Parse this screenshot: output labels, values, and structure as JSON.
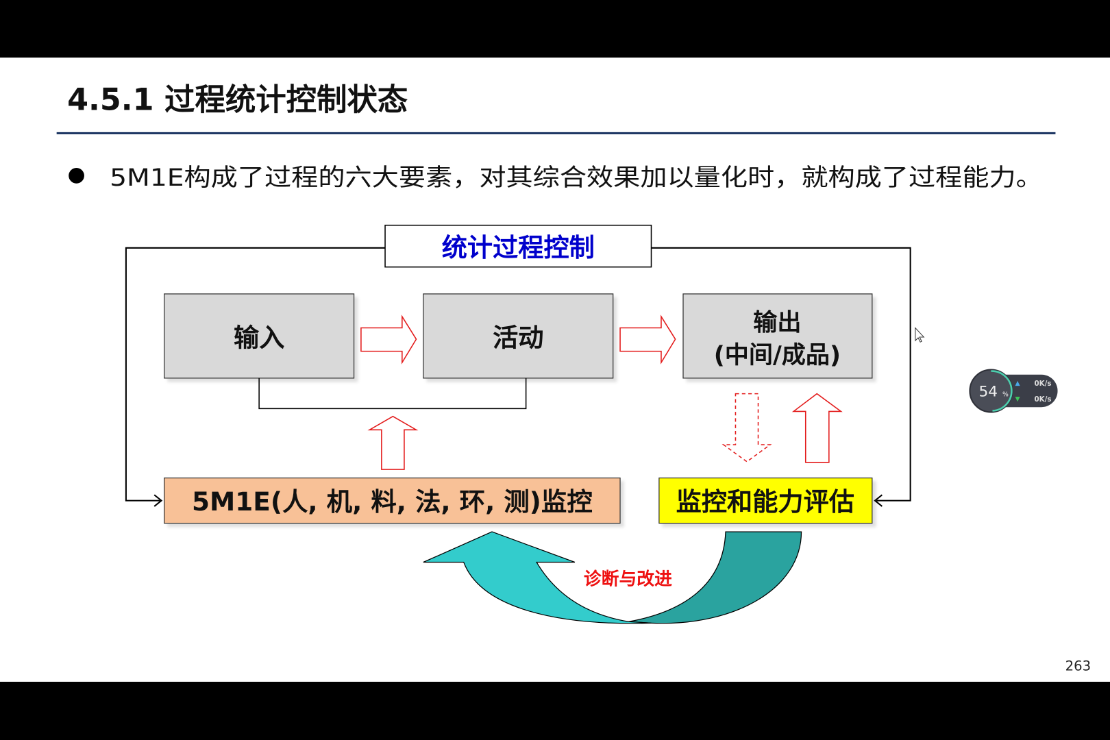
{
  "slide": {
    "title": "4.5.1 过程统计控制状态",
    "bullet": "5M1E构成了过程的六大要素，对其综合效果加以量化时，就构成了过程能力。",
    "page_number": "263"
  },
  "diagram": {
    "frame_title": "统计过程控制",
    "input": "输入",
    "activity": "活动",
    "output_line1": "输出",
    "output_line2": "(中间/成品)",
    "monitor_5m1e": "5M1E(人, 机, 料, 法, 环, 测)监控",
    "monitor_eval": "监控和能力评估",
    "improve": "诊断与改进"
  },
  "widget": {
    "cpu_percent": "54",
    "percent_sign": "%",
    "upload": "0K/s",
    "download": "0K/s"
  },
  "colors": {
    "title_rule": "#1f3864",
    "frame_title": "#0000cc",
    "box_gray": "#d9d9d9",
    "box_orange": "#f8c197",
    "box_yellow": "#ffff00",
    "arrow_red": "#e31a1a",
    "teal_light": "#33cccc",
    "teal_dark": "#2aa39f"
  }
}
